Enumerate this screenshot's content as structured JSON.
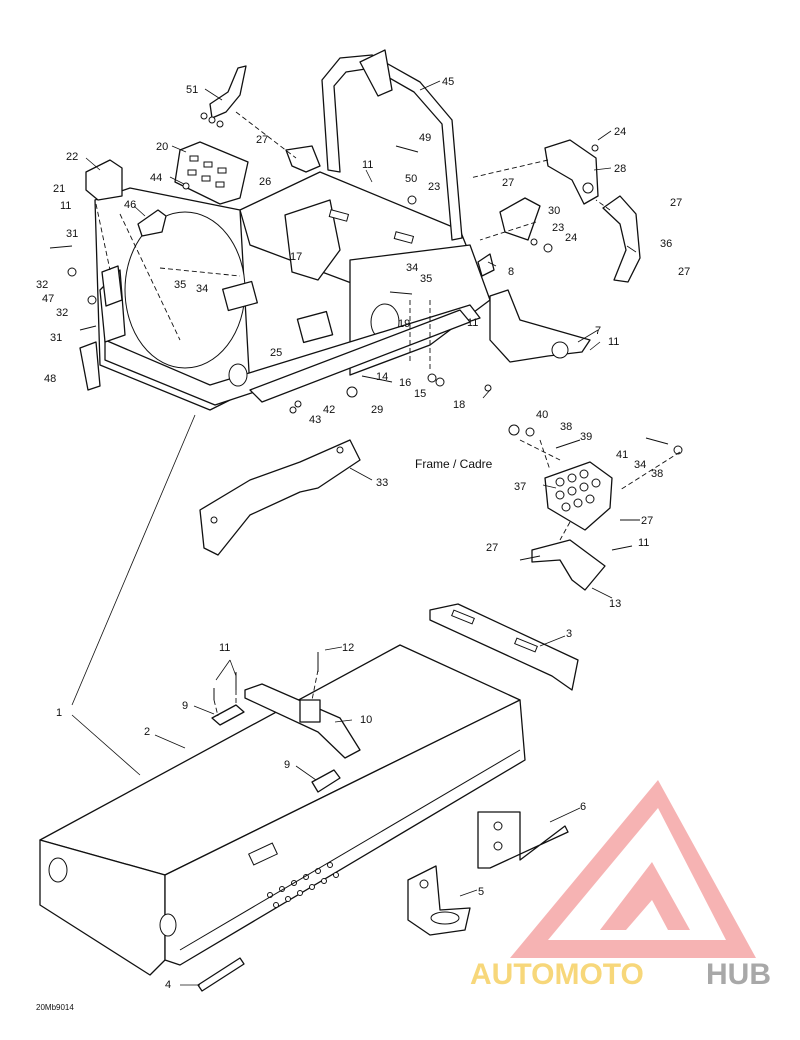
{
  "diagram": {
    "frame_label": "Frame / Cadre",
    "doc_code": "20Mb9014",
    "callouts": {
      "c51": "51",
      "c45": "45",
      "c27a": "27",
      "c20": "20",
      "c22": "22",
      "c44": "44",
      "c49": "49",
      "c24a": "24",
      "c26": "26",
      "c11a": "11",
      "c50": "50",
      "c23a": "23",
      "c28": "28",
      "c27b": "27",
      "c27c": "27",
      "c21": "21",
      "c11b": "11",
      "c46": "46",
      "c30": "30",
      "c23b": "23",
      "c24b": "24",
      "c36": "36",
      "c31a": "31",
      "c17": "17",
      "c34a": "34",
      "c35a": "35",
      "c8": "8",
      "c27d": "27",
      "c32a": "32",
      "c47": "47",
      "c35b": "35",
      "c34b": "34",
      "c32b": "32",
      "c19": "19",
      "c11c": "11",
      "c31b": "31",
      "c25": "25",
      "c7": "7",
      "c11d": "11",
      "c48": "48",
      "c14": "14",
      "c16": "16",
      "c15": "15",
      "c42": "42",
      "c43": "43",
      "c29": "29",
      "c18": "18",
      "c40": "40",
      "c38a": "38",
      "c39": "39",
      "c41": "41",
      "c34c": "34",
      "c38b": "38",
      "c33": "33",
      "c37": "37",
      "c27e": "27",
      "c27f": "27",
      "c11e": "11",
      "c13": "13",
      "c3": "3",
      "c11f": "11",
      "c12": "12",
      "c9a": "9",
      "c10": "10",
      "c1": "1",
      "c2": "2",
      "c9b": "9",
      "c6": "6",
      "c5": "5",
      "c4": "4"
    }
  },
  "watermark": {
    "text_a": "AUTOMOTO",
    "text_b": "HUB",
    "color_red": "#f4a0a0",
    "color_yellow": "#f7d77a",
    "color_grey": "#a8a8a8"
  }
}
